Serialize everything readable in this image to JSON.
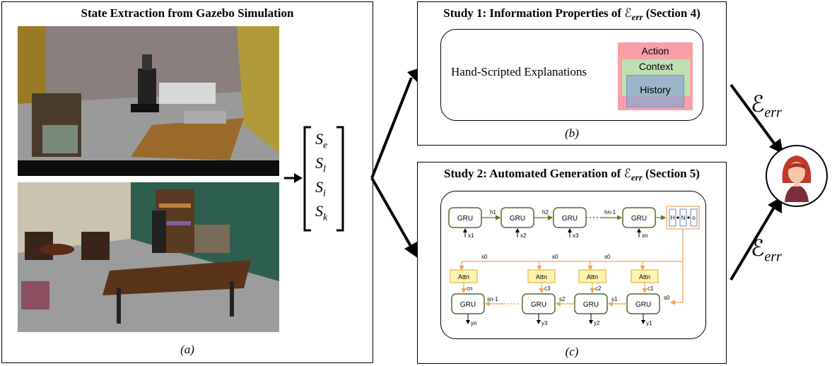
{
  "panel_a": {
    "title": "State Extraction from Gazebo Simulation",
    "caption": "(a)",
    "state_vector": [
      "S",
      "S",
      "S",
      "S"
    ],
    "state_subscripts": [
      "e",
      "l",
      "i",
      "k"
    ]
  },
  "panel_b": {
    "title_prefix": "Study 1: Information Properties of ",
    "title_symbol": "ℰ",
    "title_sub": "err",
    "title_suffix": " (Section 4)",
    "explanations_label": "Hand-Scripted Explanations",
    "layers": [
      "Action",
      "Context",
      "History"
    ],
    "caption": "(b)"
  },
  "panel_c": {
    "title_prefix": "Study 2: Automated Generation of ",
    "title_symbol": "ℰ",
    "title_sub": "err",
    "title_suffix": " (Section 5)",
    "caption": "(c)",
    "encoder": {
      "cells": [
        "GRU",
        "GRU",
        "GRU",
        "GRU"
      ],
      "inputs": [
        "x1",
        "x2",
        "x3",
        "xn"
      ],
      "hidden": [
        "h1",
        "h2",
        "hn-1"
      ],
      "memory": [
        "H",
        "N",
        "o"
      ]
    },
    "decoder": {
      "cells": [
        "GRU",
        "GRU",
        "GRU",
        "GRU"
      ],
      "attn": [
        "Attn",
        "Attn",
        "Attn",
        "Attn"
      ],
      "contexts": [
        "cn",
        "c3",
        "c2",
        "c1"
      ],
      "outputs": [
        "yn",
        "y3",
        "y2",
        "y1"
      ],
      "states": [
        "sn-1",
        "s2",
        "s1",
        "s0"
      ],
      "s0_labels": [
        "s0",
        "s0",
        "s0"
      ]
    }
  },
  "output": {
    "label_symbol": "ℰ",
    "label_sub": "err"
  },
  "colors": {
    "action": "#f7a0a8",
    "context": "#bfe0b2",
    "history": "#9fb8da",
    "gru_border": "#4f6b2e",
    "attn_fill": "#fff3b0",
    "attn_border": "#e4b84a",
    "arrow_orange": "#f2a35a",
    "avatar_hair": "#c0392b"
  }
}
